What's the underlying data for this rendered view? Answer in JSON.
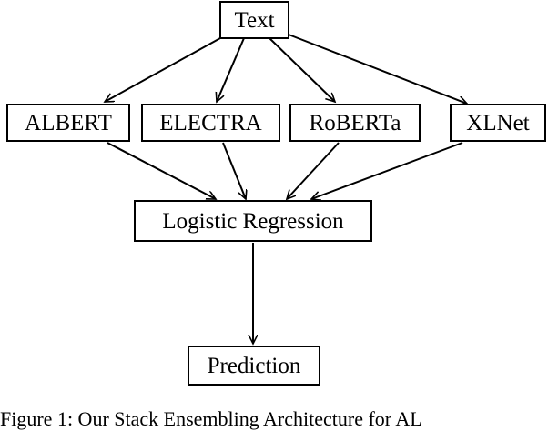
{
  "nodes": {
    "text": "Text",
    "albert": "ALBERT",
    "electra": "ELECTRA",
    "roberta": "RoBERTa",
    "xlnet": "XLNet",
    "logistic_regression": "Logistic Regression",
    "prediction": "Prediction"
  },
  "edges": [
    {
      "from": "Text",
      "to": "ALBERT"
    },
    {
      "from": "Text",
      "to": "ELECTRA"
    },
    {
      "from": "Text",
      "to": "RoBERTa"
    },
    {
      "from": "Text",
      "to": "XLNet"
    },
    {
      "from": "ALBERT",
      "to": "Logistic Regression"
    },
    {
      "from": "ELECTRA",
      "to": "Logistic Regression"
    },
    {
      "from": "RoBERTa",
      "to": "Logistic Regression"
    },
    {
      "from": "XLNet",
      "to": "Logistic Regression"
    },
    {
      "from": "Logistic Regression",
      "to": "Prediction"
    }
  ],
  "caption": "Figure 1: Our Stack Ensembling Architecture for AL"
}
